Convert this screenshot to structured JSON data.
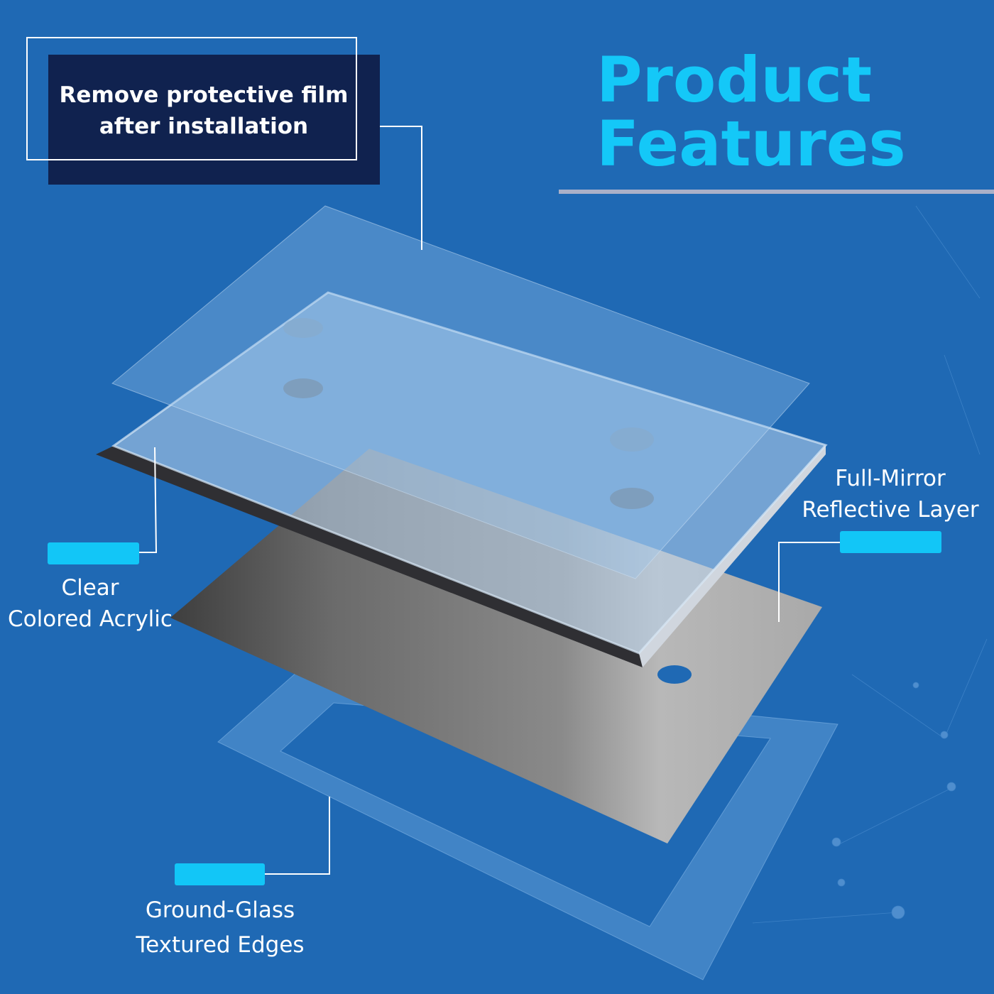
{
  "notice": {
    "line1": "Remove protective film",
    "line2": "after installation"
  },
  "title": {
    "line1": "Product",
    "line2": "Features"
  },
  "callouts": {
    "acrylic": {
      "line1": "Clear",
      "line2": "Colored Acrylic"
    },
    "mirror": {
      "line1": "Full-Mirror",
      "line2": "Reflective Layer"
    },
    "edges": {
      "line1": "Ground-Glass",
      "line2": "Textured Edges"
    }
  },
  "colors": {
    "background": "#1f69b4",
    "accent": "#12c6f7",
    "notice_bg": "#10224f"
  }
}
